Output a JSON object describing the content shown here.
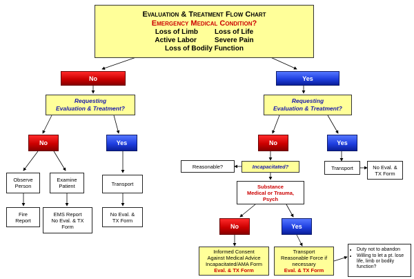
{
  "header": {
    "title": "Evaluation & Treatment Flow Chart",
    "subtitle": "Emergency Medical Condition?",
    "conditions": [
      "Loss of Limb",
      "Loss of Life",
      "Active Labor",
      "Severe Pain",
      "Loss of Bodily Function"
    ]
  },
  "no_branch": {
    "label": "No",
    "question": [
      "Requesting",
      "Evaluation & Treatment?"
    ],
    "no_label": "No",
    "yes_label": "Yes",
    "observe": [
      "Observe",
      "Person"
    ],
    "fire_report": [
      "Fire",
      "Report"
    ],
    "examine": [
      "Examine",
      "Patient"
    ],
    "ems_report": [
      "EMS Report",
      "No Eval. & TX",
      "Form"
    ],
    "transport": "Transport",
    "no_eval": [
      "No Eval. &",
      "TX Form"
    ]
  },
  "yes_branch": {
    "label": "Yes",
    "question": [
      "Requesting",
      "Evaluation & Treatment?"
    ],
    "no_label": "No",
    "yes_label": "Yes",
    "reasonable": "Reasonable?",
    "incapacitated": "Incapacitated?",
    "transport": "Transport",
    "no_eval": [
      "No Eval. &",
      "TX Form"
    ],
    "substance": [
      "Substance",
      "Medical or Trauma,",
      "Psych"
    ],
    "sub_no_label": "No",
    "sub_yes_label": "Yes",
    "informed": [
      "Informed Consent",
      "Against Medical Advice",
      "Incapacitated/AMA Form"
    ],
    "informed_eval": "Eval. & TX Form",
    "transport_force": [
      "Transport",
      "Reasonable Force if",
      "necessary"
    ],
    "transport_force_eval": "Eval. & TX Form",
    "notes": [
      "Duty not to abandon",
      "Willing to let a pt. lose life, limb or bodily function?"
    ]
  }
}
